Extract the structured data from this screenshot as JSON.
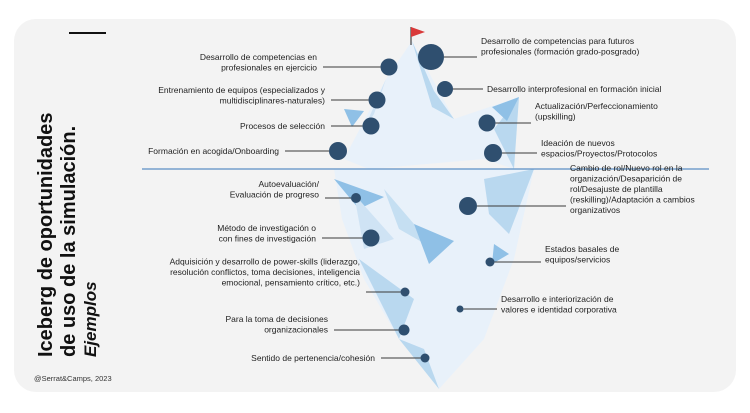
{
  "title": {
    "line1": "Iceberg de oportunidades",
    "line2": "de uso de la simulación.",
    "subtitle": "Ejemplos"
  },
  "credit": "@Serrat&Camps, 2023",
  "colors": {
    "dot": "#2f4f6f",
    "waterline": "#5b8fc4",
    "flag": "#d93a3a",
    "ice_light": "#e8f1fa",
    "ice_mid": "#b9d8ef",
    "ice_dark": "#8fc0e6"
  },
  "above_surface": {
    "left": [
      {
        "lines": [
          "Desarrollo de competencias en",
          "profesionales en ejercicio"
        ]
      },
      {
        "lines": [
          "Entrenamiento de equipos (especializados y",
          "multidisciplinares-naturales)"
        ]
      },
      {
        "lines": [
          "Procesos de selección"
        ]
      },
      {
        "lines": [
          "Formación en acogida/Onboarding"
        ]
      }
    ],
    "right": [
      {
        "lines": [
          "Desarrollo de competencias para futuros",
          "profesionales (formación grado-posgrado)"
        ]
      },
      {
        "lines": [
          "Desarrollo interprofesional en formación inicial"
        ]
      },
      {
        "lines": [
          "Actualización/Perfeccionamiento",
          "(upskilling)"
        ]
      },
      {
        "lines": [
          "Ideación de nuevos",
          "espacios/Proyectos/Protocolos"
        ]
      }
    ]
  },
  "below_surface": {
    "left": [
      {
        "lines": [
          "Autoevaluación/",
          "Evaluación de progreso"
        ]
      },
      {
        "lines": [
          "Método de investigación o",
          "con fines de investigación"
        ]
      },
      {
        "lines": [
          "Adquisición y desarrollo de power-skills (liderazgo,",
          "resolución conflictos, toma decisiones, inteligencia",
          "emocional, pensamiento crítico, etc.)"
        ]
      },
      {
        "lines": [
          "Para la toma de decisiones",
          "organizacionales"
        ]
      },
      {
        "lines": [
          "Sentido de pertenencia/cohesión"
        ]
      }
    ],
    "right": [
      {
        "lines": [
          "Cambio de rol/Nuevo rol en la",
          "organización/Desaparición de",
          "rol/Desajuste de plantilla",
          "(reskilling)/Adaptación a cambios",
          "organizativos"
        ]
      },
      {
        "lines": [
          "Estados basales de",
          "equipos/servicios"
        ]
      },
      {
        "lines": [
          "Desarrollo e interiorización de",
          "valores e identidad corporativa"
        ]
      }
    ]
  }
}
